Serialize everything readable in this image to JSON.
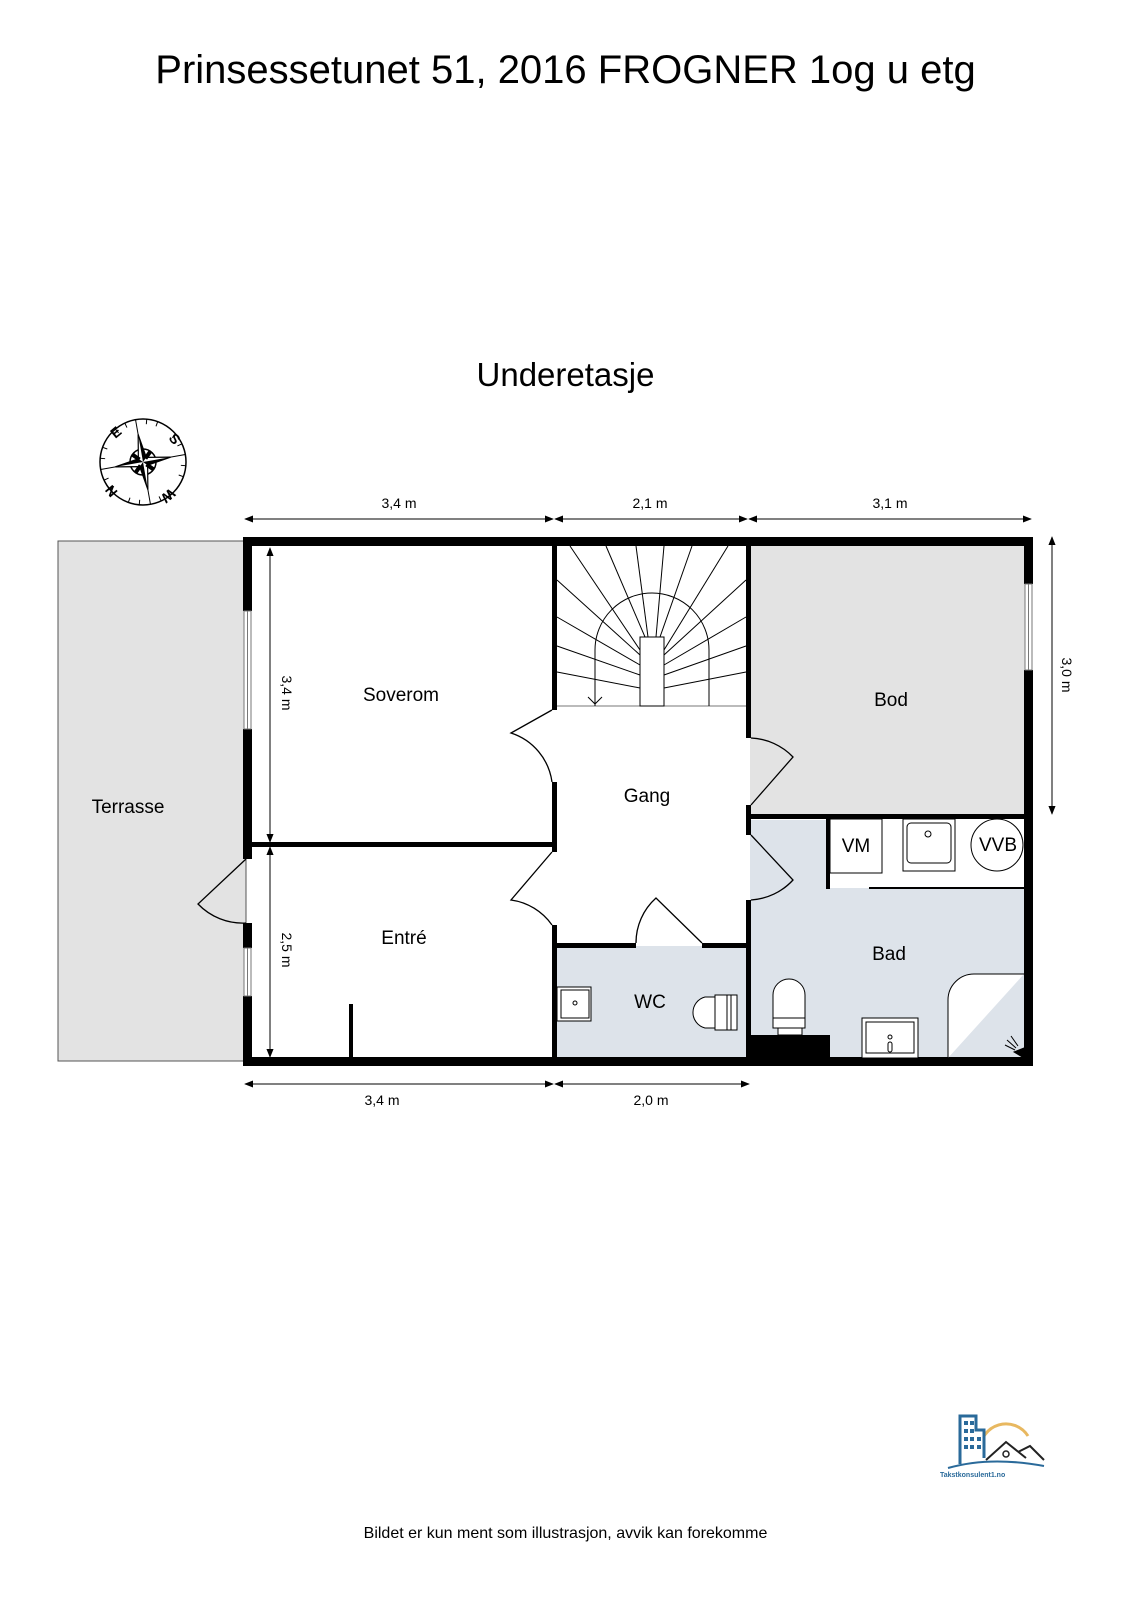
{
  "header": {
    "title": "Prinsessetunet 51, 2016 FROGNER 1og u etg",
    "floor_name": "Underetasje"
  },
  "compass": {
    "icon": "compass-rose-icon",
    "labels": [
      "E",
      "S",
      "N",
      "W"
    ]
  },
  "rooms": [
    {
      "id": "terrasse",
      "label": "Terrasse",
      "fill": "#e3e3e3"
    },
    {
      "id": "soverom",
      "label": "Soverom",
      "fill": "#ffffff"
    },
    {
      "id": "gang",
      "label": "Gang",
      "fill": "#ffffff"
    },
    {
      "id": "bod",
      "label": "Bod",
      "fill": "#e3e3e3"
    },
    {
      "id": "entre",
      "label": "Entré",
      "fill": "#ffffff"
    },
    {
      "id": "wc",
      "label": "WC",
      "fill": "#dde3ea"
    },
    {
      "id": "bad",
      "label": "Bad",
      "fill": "#dde3ea"
    }
  ],
  "fixtures": {
    "washing_machine": "VM",
    "water_heater": "VVB"
  },
  "dimensions": {
    "top": [
      "3,4 m",
      "2,1 m",
      "3,1 m"
    ],
    "bottom": [
      "3,4 m",
      "2,0 m"
    ],
    "left": [
      "3,4 m",
      "2,5 m"
    ],
    "right": [
      "3,0 m"
    ]
  },
  "logo": {
    "text": "Takstkonsulent1.no",
    "building_color": "#2a6a9a",
    "sun_color": "#e8b860"
  },
  "footer": {
    "disclaimer": "Bildet er kun ment som illustrasjon, avvik kan forekomme"
  }
}
